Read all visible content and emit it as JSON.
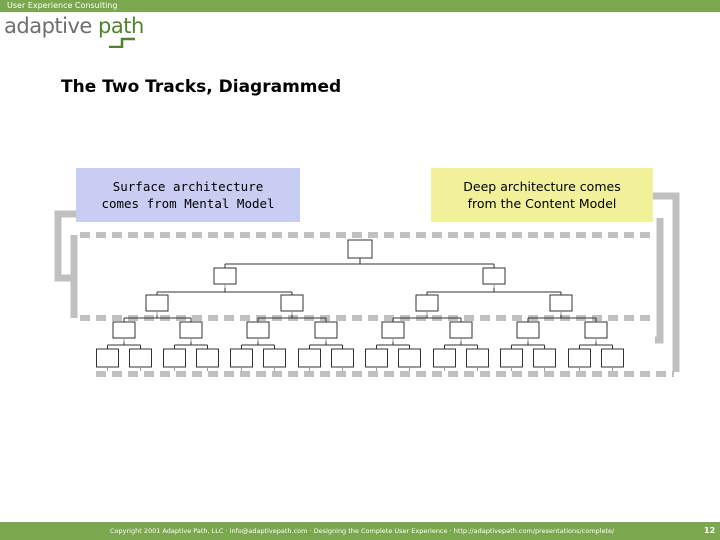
{
  "header": {
    "tagline": "User Experience Consulting",
    "logo_word1": "adaptive",
    "logo_word2": "path"
  },
  "slide": {
    "title": "The Two Tracks, Diagrammed",
    "surface_label": "Surface architecture\ncomes from Mental Model",
    "deep_label": "Deep architecture comes\nfrom the Content Model"
  },
  "colors": {
    "brand_green": "#7ba84f",
    "surface_fill": "#c9cdf2",
    "deep_fill": "#f1f19a",
    "bracket_gray": "#c0c0c0"
  },
  "footer": {
    "text": "Copyright 2001 Adaptive Path, LLC · info@adaptivepath.com  ·  Designing the Complete User Experience  ·  http://adaptivepath.com/presentations/complete/",
    "page_number": "12"
  }
}
